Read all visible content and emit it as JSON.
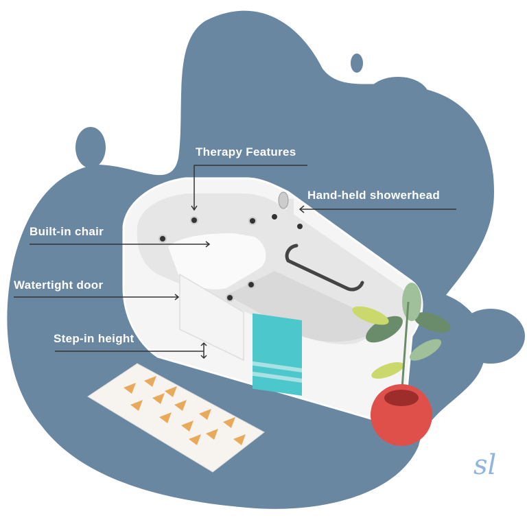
{
  "labels": {
    "therapy_features": "Therapy Features",
    "showerhead": "Hand-held showerhead",
    "built_in_chair": "Built-in chair",
    "watertight_door": "Watertight door",
    "step_in_height": "Step-in height"
  },
  "logo": "sl",
  "colors": {
    "blob": "#6a87a1",
    "tub": "#f2f2f2",
    "towel": "#4cc7cc",
    "pot": "#e0504a",
    "rug_triangle": "#e9a95a"
  }
}
